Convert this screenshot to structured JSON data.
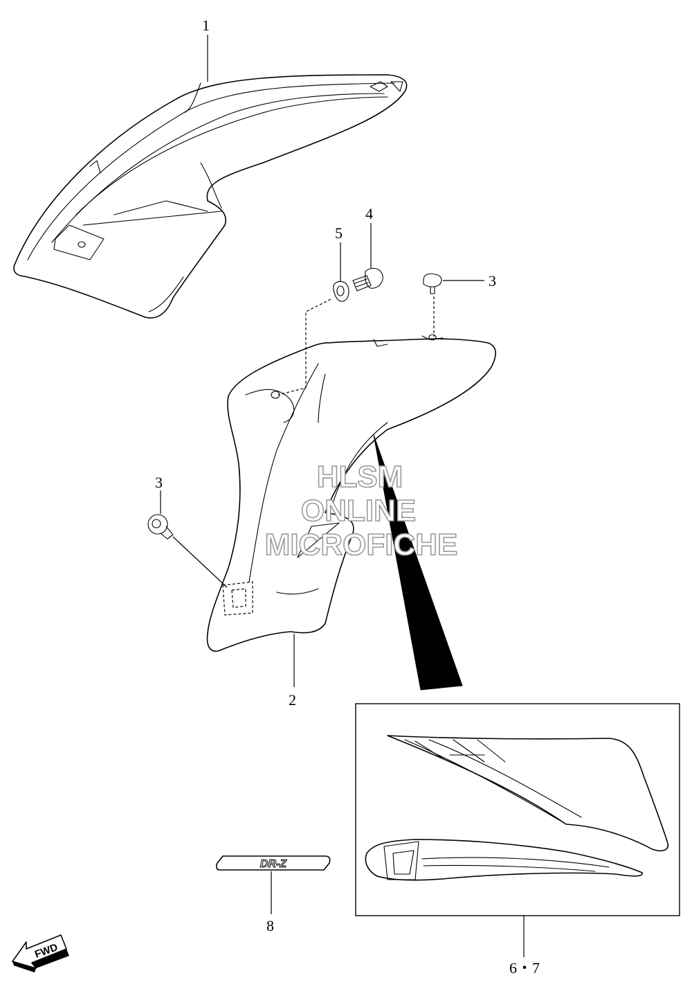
{
  "callouts": [
    {
      "id": "1",
      "label": "1"
    },
    {
      "id": "2",
      "label": "2"
    },
    {
      "id": "3a",
      "label": "3"
    },
    {
      "id": "3b",
      "label": "3"
    },
    {
      "id": "4",
      "label": "4"
    },
    {
      "id": "5",
      "label": "5"
    },
    {
      "id": "6-7",
      "label": "6・7"
    },
    {
      "id": "8",
      "label": "8"
    }
  ],
  "watermark": {
    "line1": "HLSM",
    "line2": "ONLINE",
    "line3": "MICROFICHE"
  },
  "direction_badge": {
    "label": "FWD"
  },
  "emblem": {
    "label": "DR-Z"
  }
}
